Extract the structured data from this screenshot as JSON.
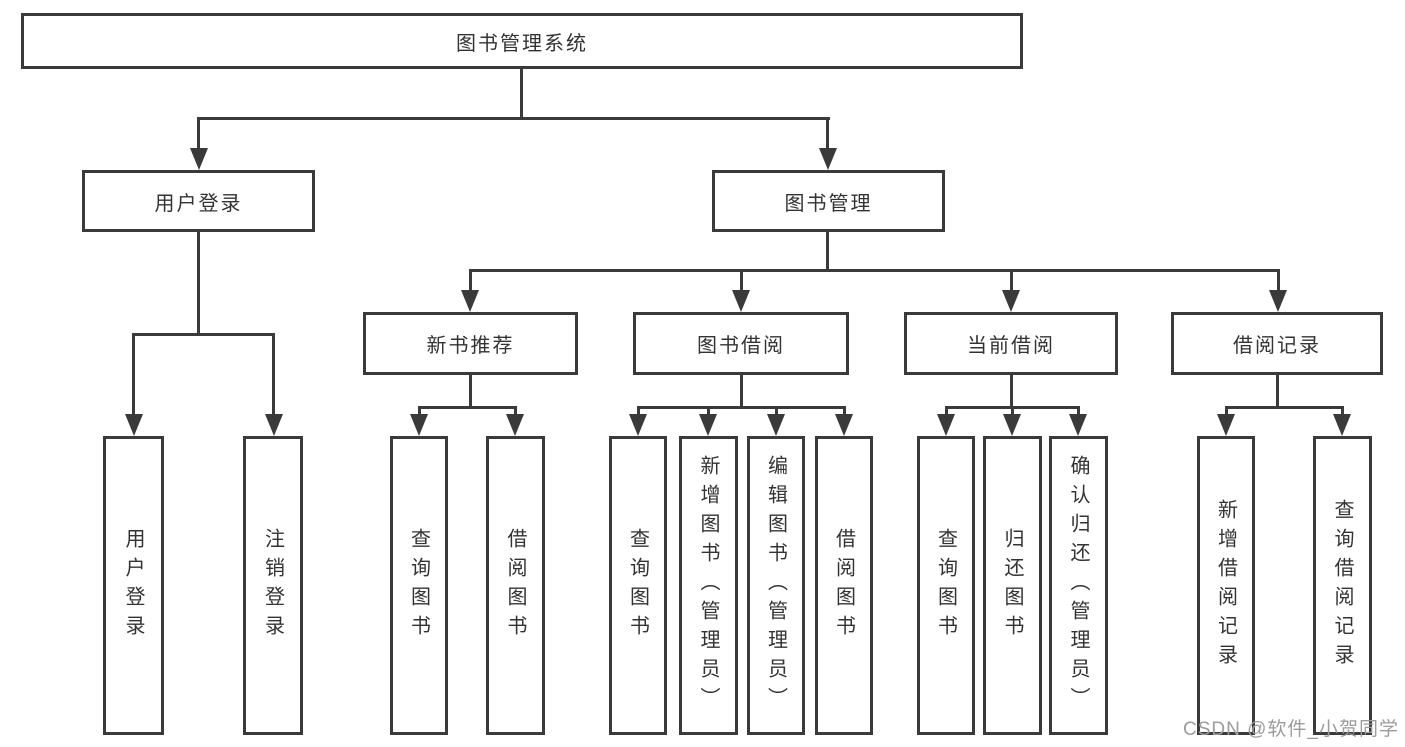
{
  "title": {
    "label": "图书管理系统"
  },
  "level2": {
    "user_login": {
      "label": "用户登录"
    },
    "book_management": {
      "label": "图书管理"
    }
  },
  "level3": {
    "new_book": {
      "label": "新书推荐"
    },
    "book_borrow": {
      "label": "图书借阅"
    },
    "current_borrow": {
      "label": "当前借阅"
    },
    "borrow_records": {
      "label": "借阅记录"
    }
  },
  "leaves": {
    "login": [
      "用户登录",
      "注销登录"
    ],
    "new_book": [
      "查询图书",
      "借阅图书"
    ],
    "book_borrow": [
      "查询图书",
      "新增图书（管理员）",
      "编辑图书（管理员）",
      "借阅图书"
    ],
    "current_borrow": [
      "查询图书",
      "归还图书",
      "确认归还（管理员）"
    ],
    "borrow_records": [
      "新增借阅记录",
      "查询借阅记录"
    ]
  },
  "watermark": {
    "text": "CSDN @软件_小贺同学"
  },
  "colors": {
    "line": "#3a3a3a",
    "text": "#333333",
    "background": "#ffffff",
    "watermark": "#9c9c9c"
  }
}
